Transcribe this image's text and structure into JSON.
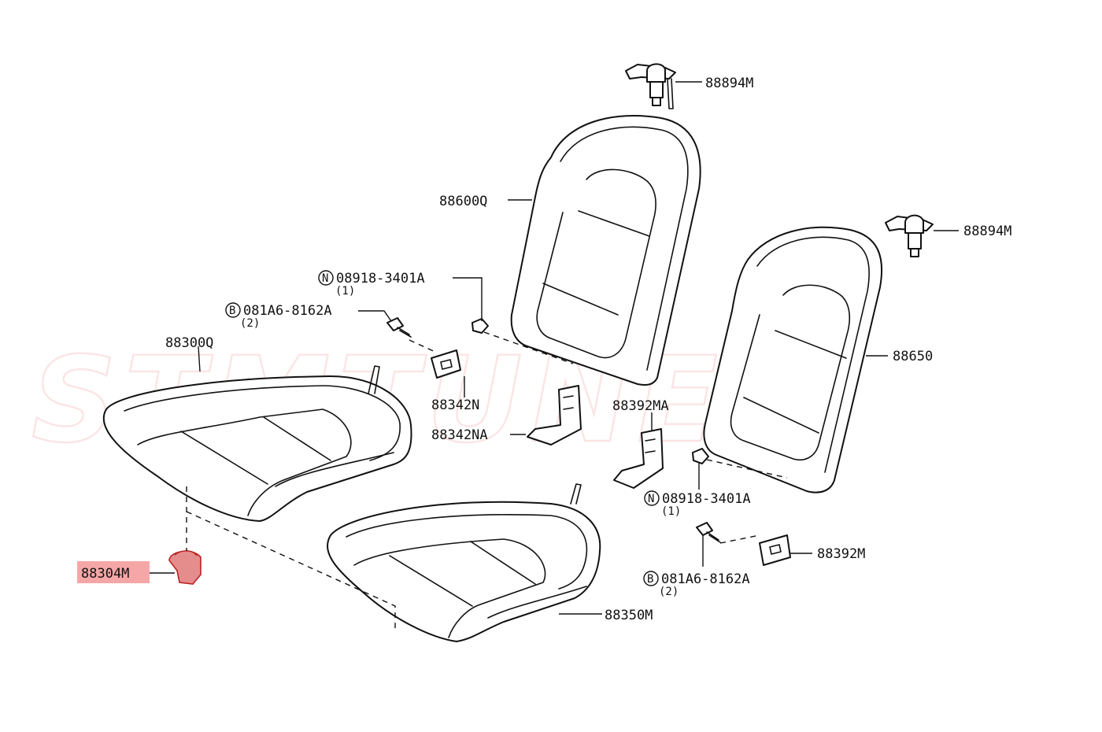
{
  "watermark": "STMTUNED",
  "colors": {
    "highlight": "#f5a7a7",
    "highlight_part": "#e58c8c",
    "watermark": "#e4383a",
    "line": "#111111"
  },
  "labels": {
    "p88894m_top": "88894M",
    "p88600q": "88600Q",
    "p88894m_right": "88894M",
    "n08918_top": "08918-3401A",
    "n08918_top_qty": "(1)",
    "n08918_top_sym": "N",
    "b081a6_top": "081A6-8162A",
    "b081a6_top_qty": "(2)",
    "b081a6_top_sym": "B",
    "p88300q": "88300Q",
    "p88650": "88650",
    "p88342n": "88342N",
    "p88342na": "88342NA",
    "p88392ma": "88392MA",
    "n08918_bottom": "08918-3401A",
    "n08918_bottom_qty": "(1)",
    "n08918_bottom_sym": "N",
    "p88304m": "88304M",
    "p88392m": "88392M",
    "b081a6_bottom": "081A6-8162A",
    "b081a6_bottom_qty": "(2)",
    "b081a6_bottom_sym": "B",
    "p88350m": "88350M"
  },
  "highlighted_part": "88304M"
}
